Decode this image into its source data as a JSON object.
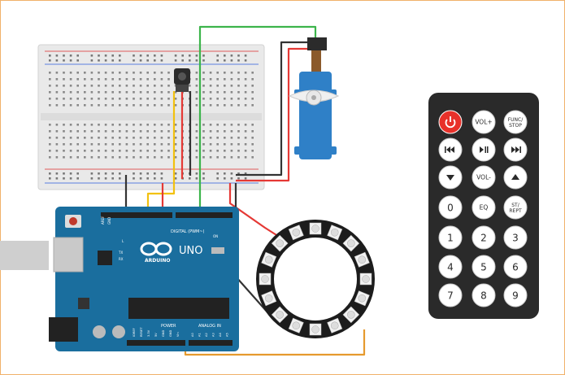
{
  "arduino": {
    "brand": "ARDUINO",
    "model": "UNO",
    "digital_header": "DIGITAL (PWM~)",
    "power_label": "POWER",
    "analog_label": "ANALOG IN",
    "pin_aref": "AREF",
    "pin_gnd": "GND",
    "power_pins": [
      "IOREF",
      "RESET",
      "3.3V",
      "5V",
      "GND",
      "GND",
      "Vin"
    ],
    "analog_pins": [
      "A0",
      "A1",
      "A2",
      "A3",
      "A4",
      "A5"
    ],
    "led_l": "L",
    "led_tx": "TX",
    "led_rx": "RX",
    "led_on": "ON"
  },
  "remote": {
    "buttons": [
      {
        "id": "power",
        "label": "",
        "icon": "power-icon"
      },
      {
        "id": "vol-up",
        "label": "VOL+"
      },
      {
        "id": "func-stop",
        "label": "FUNC/\nSTOP"
      },
      {
        "id": "prev",
        "label": "",
        "icon": "skip-back-icon"
      },
      {
        "id": "play-pause",
        "label": "",
        "icon": "play-pause-icon"
      },
      {
        "id": "next",
        "label": "",
        "icon": "skip-forward-icon"
      },
      {
        "id": "down",
        "label": "",
        "icon": "triangle-down-icon"
      },
      {
        "id": "vol-down",
        "label": "VOL-"
      },
      {
        "id": "up",
        "label": "",
        "icon": "triangle-up-icon"
      },
      {
        "id": "0",
        "label": "0"
      },
      {
        "id": "eq",
        "label": "EQ"
      },
      {
        "id": "st-rept",
        "label": "ST/\nREPT"
      },
      {
        "id": "1",
        "label": "1"
      },
      {
        "id": "2",
        "label": "2"
      },
      {
        "id": "3",
        "label": "3"
      },
      {
        "id": "4",
        "label": "4"
      },
      {
        "id": "5",
        "label": "5"
      },
      {
        "id": "6",
        "label": "6"
      },
      {
        "id": "7",
        "label": "7"
      },
      {
        "id": "8",
        "label": "8"
      },
      {
        "id": "9",
        "label": "9"
      }
    ]
  },
  "colors": {
    "wire_red": "#e53935",
    "wire_black": "#333333",
    "wire_green": "#3cb44b",
    "wire_yellow": "#f2c10f",
    "wire_orange": "#e69a2e",
    "board_blue": "#1a6e9e",
    "servo_blue": "#2f80c7",
    "remote_body": "#2a2a2a",
    "power_button": "#e8312a"
  }
}
